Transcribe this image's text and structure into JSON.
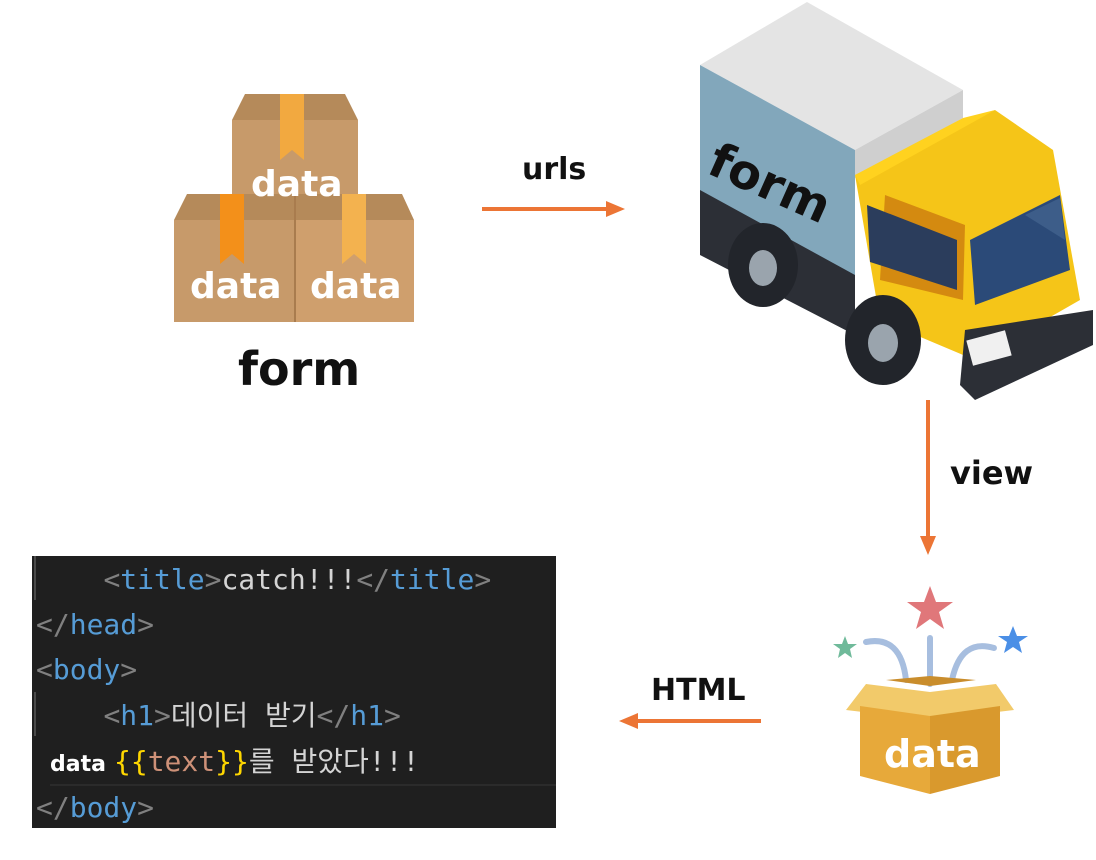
{
  "boxes_group": {
    "box_labels": [
      "data",
      "data",
      "data"
    ],
    "caption": "form"
  },
  "truck": {
    "label": "form"
  },
  "arrows": {
    "urls": "urls",
    "view": "view",
    "html": "HTML",
    "color": "#ec7535"
  },
  "open_box": {
    "label": "data"
  },
  "code": {
    "lines": [
      {
        "indent": "    ",
        "open_lt": "<",
        "open_tag": "title",
        "open_gt": ">",
        "text": "catch!!!",
        "close_lt": "</",
        "close_tag": "title",
        "close_gt": ">"
      },
      {
        "indent": "",
        "open_lt": "</",
        "open_tag": "head",
        "open_gt": ">"
      },
      {
        "indent": "",
        "open_lt": "<",
        "open_tag": "body",
        "open_gt": ">"
      },
      {
        "indent": "    ",
        "open_lt": "<",
        "open_tag": "h1",
        "open_gt": ">",
        "text": "데이터 받기",
        "close_lt": "</",
        "close_tag": "h1",
        "close_gt": ">"
      },
      {
        "prefix": "data",
        "brace_open": "{{",
        "var": "text",
        "brace_close": "}}",
        "text": "를 받았다!!!"
      },
      {
        "indent": "",
        "open_lt": "</",
        "open_tag": "body",
        "open_gt": ">"
      }
    ]
  }
}
